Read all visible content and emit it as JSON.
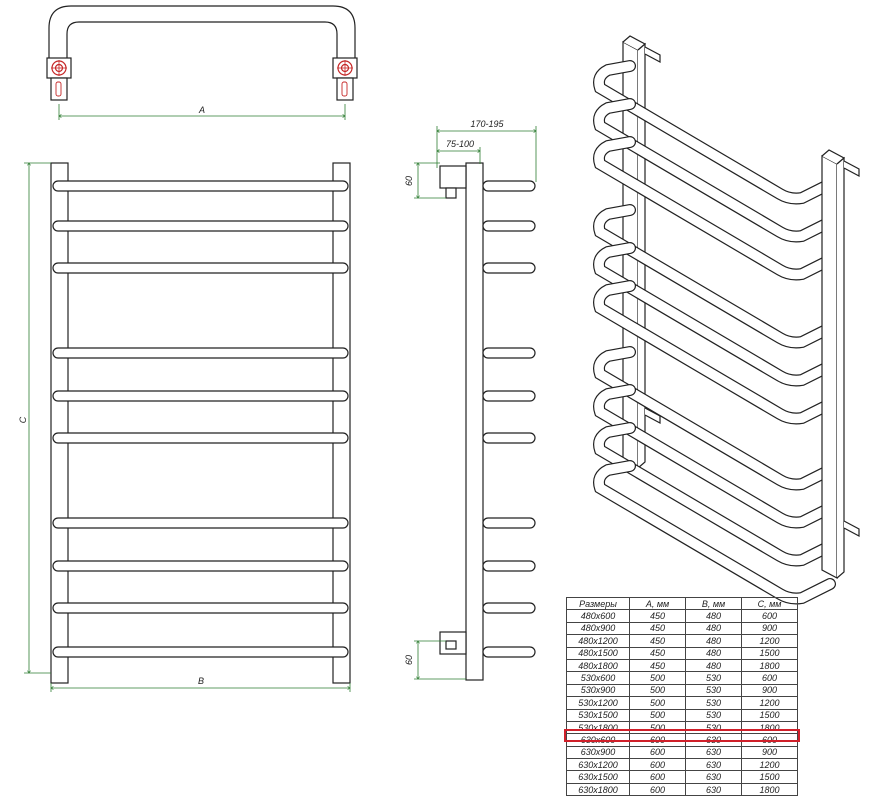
{
  "dimensions": {
    "A": "A",
    "B": "B",
    "C": "C",
    "depth_total": "170-195",
    "depth_wall": "75-100",
    "offset_top": "60",
    "offset_bottom": "60"
  },
  "table": {
    "headers": [
      "Размеры",
      "A, мм",
      "B, мм",
      "C, мм"
    ],
    "rows": [
      [
        "480x600",
        "450",
        "480",
        "600"
      ],
      [
        "480x900",
        "450",
        "480",
        "900"
      ],
      [
        "480x1200",
        "450",
        "480",
        "1200"
      ],
      [
        "480x1500",
        "450",
        "480",
        "1500"
      ],
      [
        "480x1800",
        "450",
        "480",
        "1800"
      ],
      [
        "530x600",
        "500",
        "530",
        "600"
      ],
      [
        "530x900",
        "500",
        "530",
        "900"
      ],
      [
        "530x1200",
        "500",
        "530",
        "1200"
      ],
      [
        "530x1500",
        "500",
        "530",
        "1500"
      ],
      [
        "530x1800",
        "500",
        "530",
        "1800"
      ],
      [
        "630x600",
        "600",
        "630",
        "600"
      ],
      [
        "630x900",
        "600",
        "630",
        "900"
      ],
      [
        "630x1200",
        "600",
        "630",
        "1200"
      ],
      [
        "630x1500",
        "600",
        "630",
        "1500"
      ],
      [
        "630x1800",
        "600",
        "630",
        "1800"
      ]
    ],
    "highlighted_row": 10,
    "highlight_color": "#d0202a"
  },
  "colors": {
    "line": "#222222",
    "dimension_line": "#2e7d32",
    "fitting_red": "#c62828"
  }
}
